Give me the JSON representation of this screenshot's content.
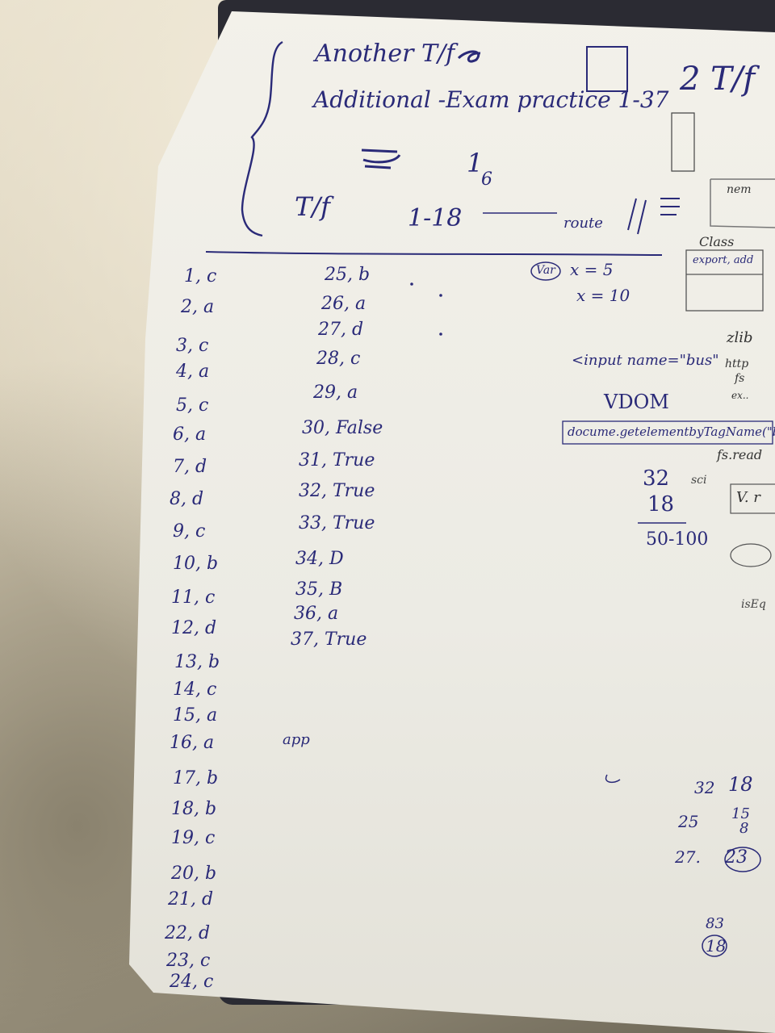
{
  "header": {
    "line1": "Another T/f",
    "line2": "Additional -Exam practice 1-37",
    "fraction_top": "1",
    "fraction_bottom": "6",
    "line3_left": "T/f",
    "line3_mid": "1-18",
    "route": "route",
    "corner": "2 T/f"
  },
  "answers_col1": [
    "1, c",
    "2, a",
    "3, c",
    "4, a",
    "5, c",
    "6, a",
    "7, d",
    "8, d",
    "9, c",
    "10, b",
    "11, c",
    "12, d",
    "13, b",
    "14, c",
    "15, a",
    "16, a",
    "17, b",
    "18, b",
    "19, c",
    "20, b",
    "21, d",
    "22, d",
    "23, c",
    "24, c"
  ],
  "answers_col2": [
    "25, b",
    "26, a",
    "27, d",
    "28, c",
    "29, a",
    "30, False",
    "31, True",
    "32, True",
    "33, True",
    "34, D",
    "35, B",
    "36, a",
    "37, True"
  ],
  "app_note": "app",
  "right_notes": {
    "var": "Var",
    "x5": "x = 5",
    "x10": "x = 10",
    "class": "Class",
    "export": "export, add",
    "zlib": "zlib",
    "input": "<input name=\"bus\"",
    "http": "http",
    "fs": "fs",
    "ex": "ex..",
    "vdom": "VDOM",
    "getel": "docume.getelementbyTagName(\"b",
    "fsread": "fs.read",
    "n32": "32",
    "sci": "sci",
    "n18": "18",
    "score": "50-100",
    "vr": "V. r",
    "iseq": "isEq",
    "nem": "nem",
    "sum_a1": "32",
    "sum_a2": "18",
    "sum_b1": "25",
    "sum_b2": "15",
    "sum_b3": "8",
    "sum_c1": "27.",
    "sum_c2": "23",
    "bottom1": "83",
    "bottom2": "18"
  }
}
